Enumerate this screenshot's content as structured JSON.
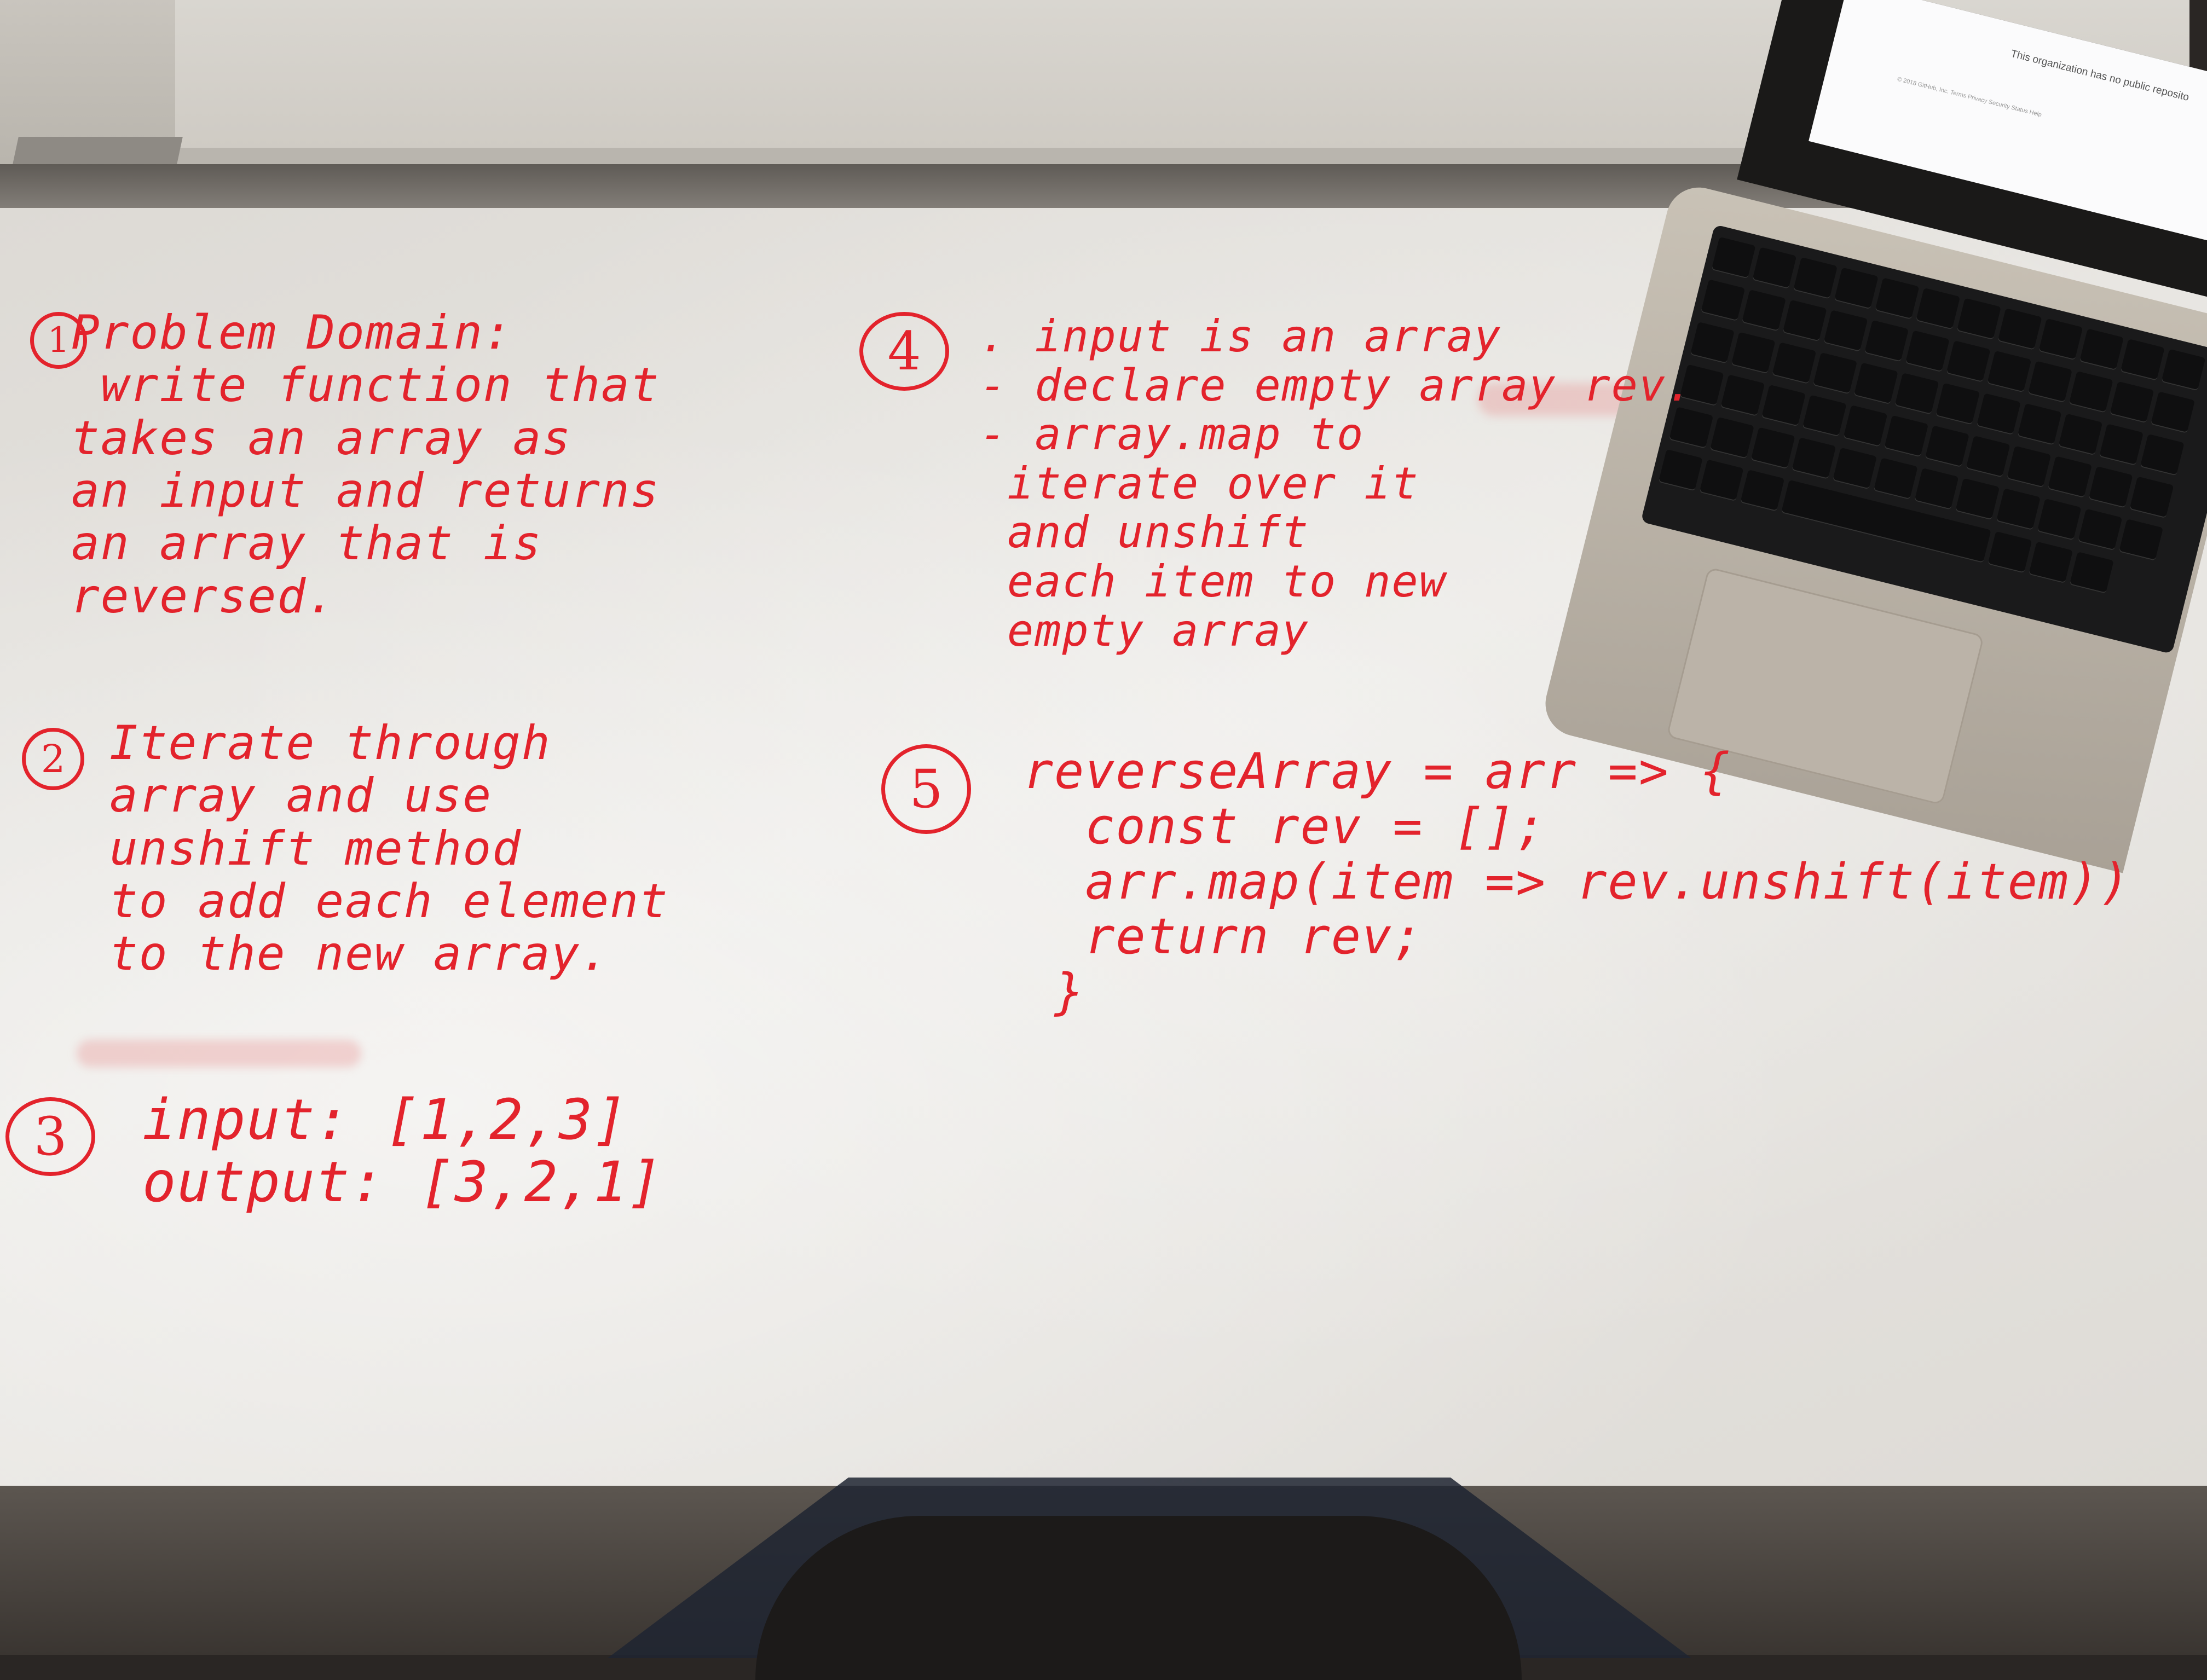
{
  "laptop_screen": {
    "message": "This organization has no public reposito",
    "footer": "© 2018 GitHub, Inc.   Terms   Privacy   Security   Status   Help"
  },
  "whiteboard": {
    "step1": {
      "number": "1",
      "text": "Problem Domain:\n write function that\ntakes an array as\nan input and returns\nan array that is\nreversed."
    },
    "step2": {
      "number": "2",
      "text": "Iterate through\narray and use\nunshift method\nto add each element\nto the new array."
    },
    "step3": {
      "number": "3",
      "text": "input: [1,2,3]\noutput: [3,2,1]"
    },
    "step4": {
      "number": "4",
      "text": ". input is an array\n- declare empty array rev.\n- array.map to\n iterate over it\n and unshift\n each item to new\n empty array"
    },
    "step5": {
      "number": "5",
      "text": "reverseArray = arr => {\n  const rev = [];\n  arr.map(item => rev.unshift(item))\n  return rev;\n }"
    }
  }
}
